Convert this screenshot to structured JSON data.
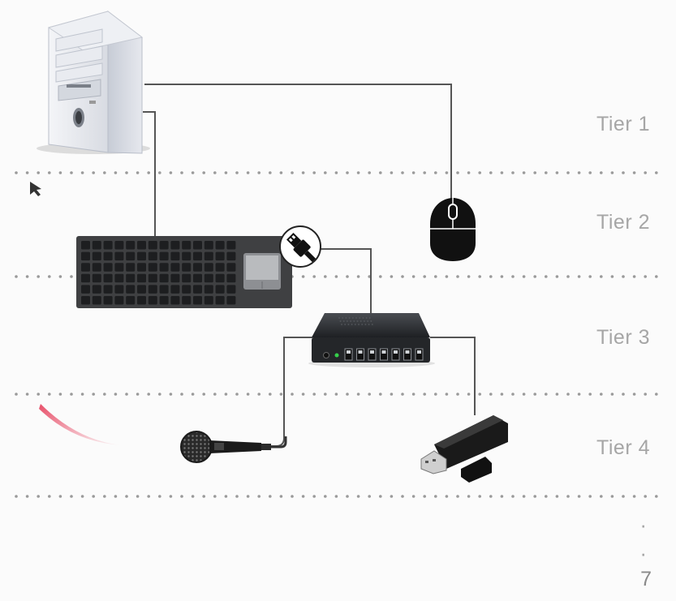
{
  "tiers": [
    {
      "label": "Tier 1"
    },
    {
      "label": "Tier 2"
    },
    {
      "label": "Tier 3"
    },
    {
      "label": "Tier 4"
    }
  ],
  "continuation": {
    "dots": "·",
    "last_tier_number": "7"
  },
  "devices": {
    "computer": "desktop-tower-icon",
    "mouse": "mouse-icon",
    "keyboard": "keyboard-icon",
    "usb_badge": "usb-plug-icon",
    "hub": "usb-hub-icon",
    "microphone": "microphone-icon",
    "flash_drive": "usb-flash-drive-icon"
  },
  "colors": {
    "separator_dots": "#9a9a9a",
    "tier_text": "#a6a6a6",
    "cable": "#555555",
    "pointer_trail": "#e8506a"
  }
}
